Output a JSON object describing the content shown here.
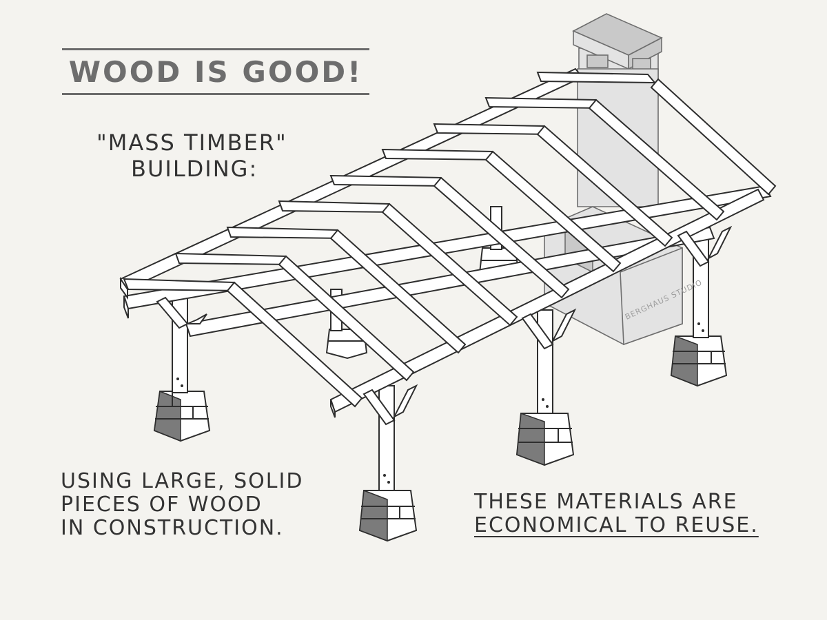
{
  "title": "WOOD IS GOOD!",
  "subtitle": {
    "line1": "\"MASS TIMBER\"",
    "line2": "BUILDING:"
  },
  "caption_left": {
    "line1": "USING LARGE, SOLID",
    "line2": "PIECES  OF WOOD",
    "line3": "IN CONSTRUCTION."
  },
  "caption_right": {
    "line1": "THESE MATERIALS ARE",
    "line2": "ECONOMICAL TO REUSE."
  },
  "watermark": "BERGHAUS STUDIO",
  "colors": {
    "background": "#f4f3ef",
    "ink": "#2e2e2e",
    "title_gray": "#6d6d6d",
    "chimney_gray": "#e3e3e3"
  },
  "icons": {
    "structure": "mass-timber-frame-illustration",
    "chimney": "stone-chimney",
    "footings": "stone-footing"
  }
}
